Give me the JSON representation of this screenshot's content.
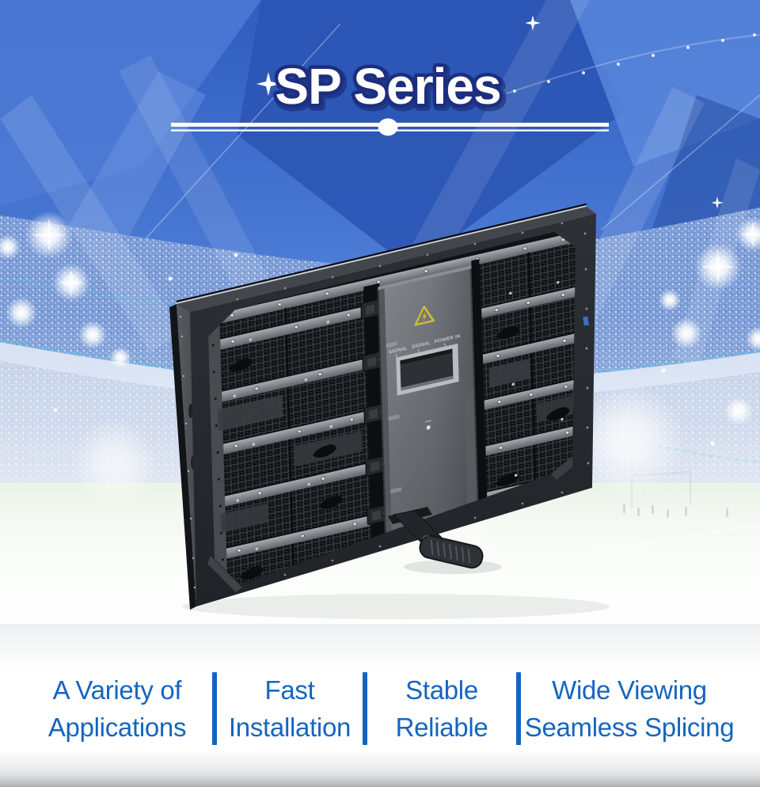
{
  "hero": {
    "title": "SP Series",
    "title_fill": "#ffffff",
    "title_outline": "#1d2e7e",
    "divider_color": "#ffffff"
  },
  "background": {
    "scene": "stadium-crowd-floodlights",
    "sky_color": "#3566c8",
    "accent_teal": "#41c6da"
  },
  "product": {
    "kind": "outdoor-led-display-cabinet-rear-view",
    "control_box": {
      "warning_icon": "high-voltage-triangle-icon",
      "port_labels": {
        "signal_1": "SIGNAL",
        "signal_2": "SIGNAL",
        "power_in": "POWER IN"
      }
    }
  },
  "features": {
    "text_color": "#1565c0",
    "divider_color": "#1565c0",
    "items": [
      {
        "line1": "A Variety of",
        "line2": "Applications"
      },
      {
        "line1": "Fast",
        "line2": "Installation"
      },
      {
        "line1": "Stable",
        "line2": "Reliable"
      },
      {
        "line1": "Wide Viewing",
        "line2": "Seamless Splicing"
      }
    ]
  }
}
